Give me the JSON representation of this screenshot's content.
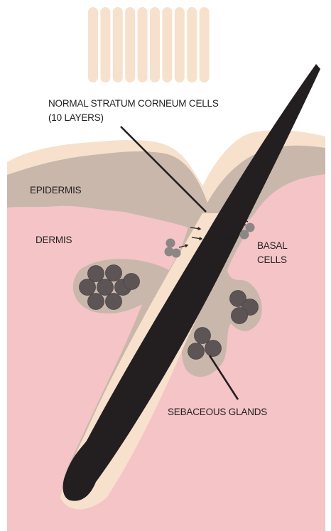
{
  "labels": {
    "stratum_line1": "NORMAL STRATUM CORNEUM CELLS",
    "stratum_line2": "(10 LAYERS)",
    "epidermis": "EPIDERMIS",
    "dermis": "DERMIS",
    "basal_line1": "BASAL",
    "basal_line2": "CELLS",
    "sebaceous": "SEBACEOUS GLANDS"
  },
  "stratum_corneum_layers": 10,
  "colors": {
    "dermis": "#f4c4c6",
    "epidermis": "#c9b7ac",
    "stratum_corneum": "#f7e1cd",
    "hair_sheath": "#f7e1cd",
    "hair": "#231f20",
    "gland_cells": "#5d5555",
    "basal_cells": "#8c8686",
    "text": "#231f20"
  }
}
